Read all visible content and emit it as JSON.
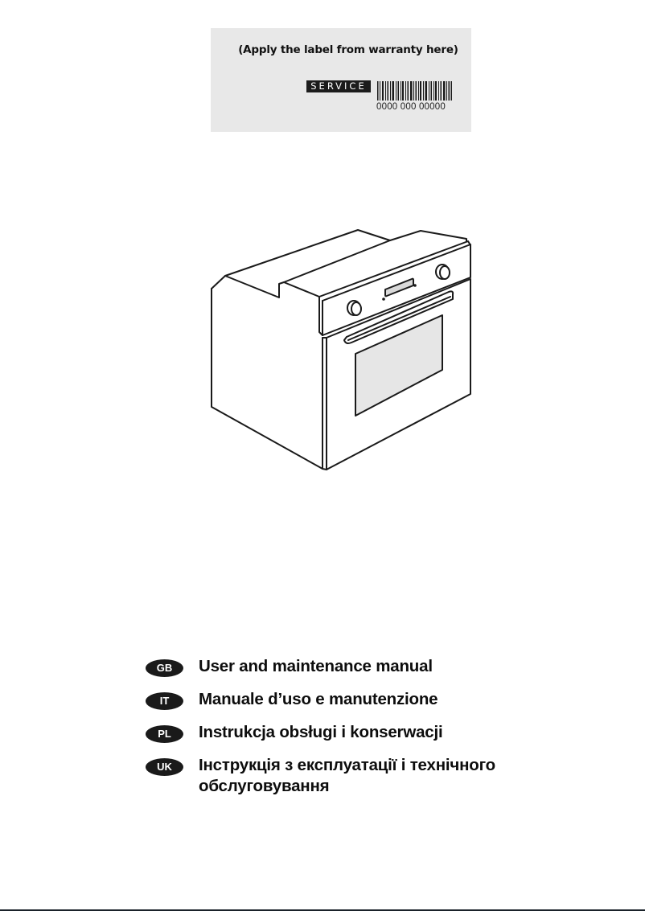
{
  "warranty_label": {
    "instruction": "(Apply the label from warranty here)",
    "service_tag": "SERVICE",
    "barcode_number": "0000 000 00000",
    "background_color": "#e8e8e8"
  },
  "illustration": {
    "subject": "built-in-oven",
    "window_fill": "#e6e6e6"
  },
  "languages": [
    {
      "code": "GB",
      "title": "User and maintenance manual"
    },
    {
      "code": "IT",
      "title": "Manuale d’uso e manutenzione"
    },
    {
      "code": "PL",
      "title": "Instrukcja obsługi i konserwacji"
    },
    {
      "code": "UK",
      "title": "Інструкція з експлуатації і технічного",
      "title_line2": "обслуговування"
    }
  ],
  "colors": {
    "badge_bg": "#1a1a1a",
    "badge_text": "#ffffff",
    "text": "#0d0d0d",
    "bottom_rule": "#1a222a"
  }
}
